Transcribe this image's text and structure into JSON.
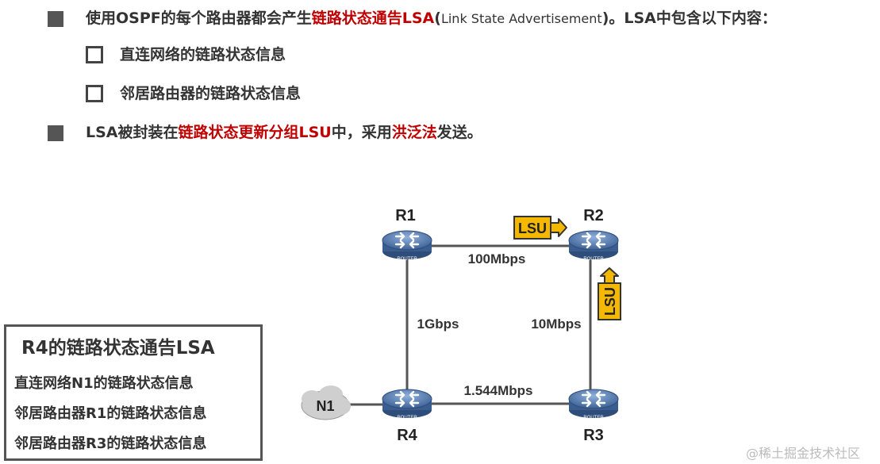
{
  "bullets": {
    "b1": {
      "p1": "使用OSPF的每个路由器都会产生",
      "p2": "链路状态通告LSA",
      "p3": "(",
      "p4": "Link State Advertisement",
      "p5": ")。LSA中包含以下内容："
    },
    "sub1": "直连网络的链路状态信息",
    "sub2": "邻居路由器的链路状态信息",
    "b2": {
      "p1": "LSA被封装在",
      "p2": "链路状态更新分组LSU",
      "p3": "中，采用",
      "p4": "洪泛法",
      "p5": "发送。"
    }
  },
  "diagram": {
    "routers": {
      "r1": "R1",
      "r2": "R2",
      "r3": "R3",
      "r4": "R4"
    },
    "router_badge": "ROUTER",
    "links": {
      "r1_r2": "100Mbps",
      "r1_r4": "1Gbps",
      "r2_r3": "10Mbps",
      "r4_r3": "1.544Mbps"
    },
    "network": "N1",
    "lsu_label": "LSU"
  },
  "lsa_panel": {
    "title": "R4的链路状态通告LSA",
    "lines": [
      "直连网络N1的链路状态信息",
      "邻居路由器R1的链路状态信息",
      "邻居路由器R3的链路状态信息"
    ]
  },
  "watermark": "@稀土掘金技术社区",
  "colors": {
    "accent_red": "#c00000",
    "lsu_fill": "#f5b800",
    "router_blue": "#4a6fa5"
  }
}
